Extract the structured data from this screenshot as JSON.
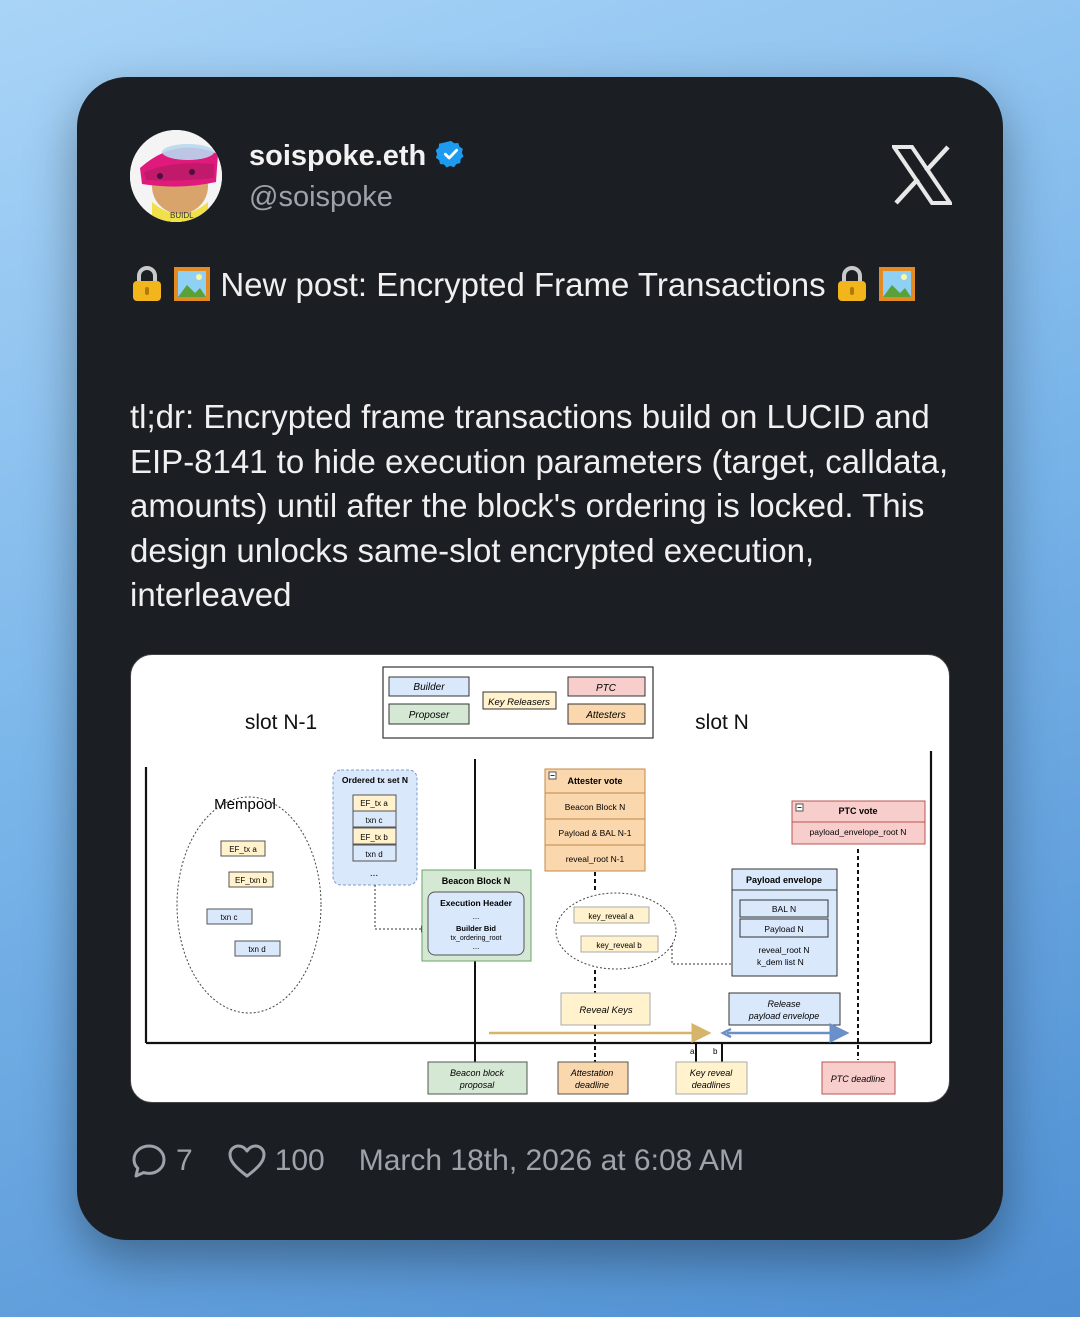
{
  "author": {
    "name": "soispoke.eth",
    "handle": "@soispoke",
    "verified": true,
    "avatar_cap_text": "BUIDL"
  },
  "post": {
    "title": "New post: Encrypted Frame Transactions",
    "body": "tl;dr: Encrypted frame transactions build on LUCID and EIP-8141 to hide execution parameters (target, calldata, amounts) until after the block's ordering is locked. This design unlocks same-slot encrypted execution, interleaved"
  },
  "diagram": {
    "legend": {
      "builder": "Builder",
      "proposer": "Proposer",
      "key_releasers": "Key Releasers",
      "ptc": "PTC",
      "attesters": "Attesters"
    },
    "slot_prev": "slot N-1",
    "slot_cur": "slot N",
    "mempool": {
      "title": "Mempool",
      "items": [
        "EF_tx a",
        "EF_txn b",
        "txn c",
        "txn d"
      ]
    },
    "ordered": {
      "title": "Ordered tx set N",
      "items": [
        "EF_tx a",
        "txn c",
        "EF_tx b",
        "txn d"
      ],
      "ellipsis": "..."
    },
    "beacon_block": {
      "title": "Beacon Block N",
      "exec_header": "Execution Header",
      "dots": "...",
      "builder_bid": "Builder Bid",
      "tx_ordering_root": "tx_ordering_root"
    },
    "attester_vote": {
      "title": "Attester vote",
      "rows": [
        "Beacon Block N",
        "Payload & BAL N-1",
        "reveal_root N-1"
      ]
    },
    "key_reveals": [
      "key_reveal a",
      "key_reveal b"
    ],
    "payload_envelope": {
      "title": "Payload envelope",
      "rows": [
        "BAL N",
        "Payload N"
      ],
      "reveal_root": "reveal_root N",
      "k_dem_list": "k_dem list N"
    },
    "ptc_vote": {
      "title": "PTC vote",
      "row": "payload_envelope_root N"
    },
    "reveal_keys": "Reveal Keys",
    "release_payload": [
      "Release",
      "payload envelope"
    ],
    "label_a": "a",
    "label_b": "b",
    "bottom": {
      "beacon_proposal": [
        "Beacon block",
        "proposal"
      ],
      "attestation_deadline": [
        "Attestation",
        "deadline"
      ],
      "key_reveal_deadlines": [
        "Key reveal",
        "deadlines"
      ],
      "ptc_deadline": "PTC deadline"
    }
  },
  "stats": {
    "replies": "7",
    "likes": "100",
    "date": "March 18th, 2026 at 6:08 AM"
  },
  "colors": {
    "verified": "#1d9bf0",
    "card_bg": "#1b1e23",
    "text": "#f0f0f0",
    "muted": "#9ea3ab"
  }
}
